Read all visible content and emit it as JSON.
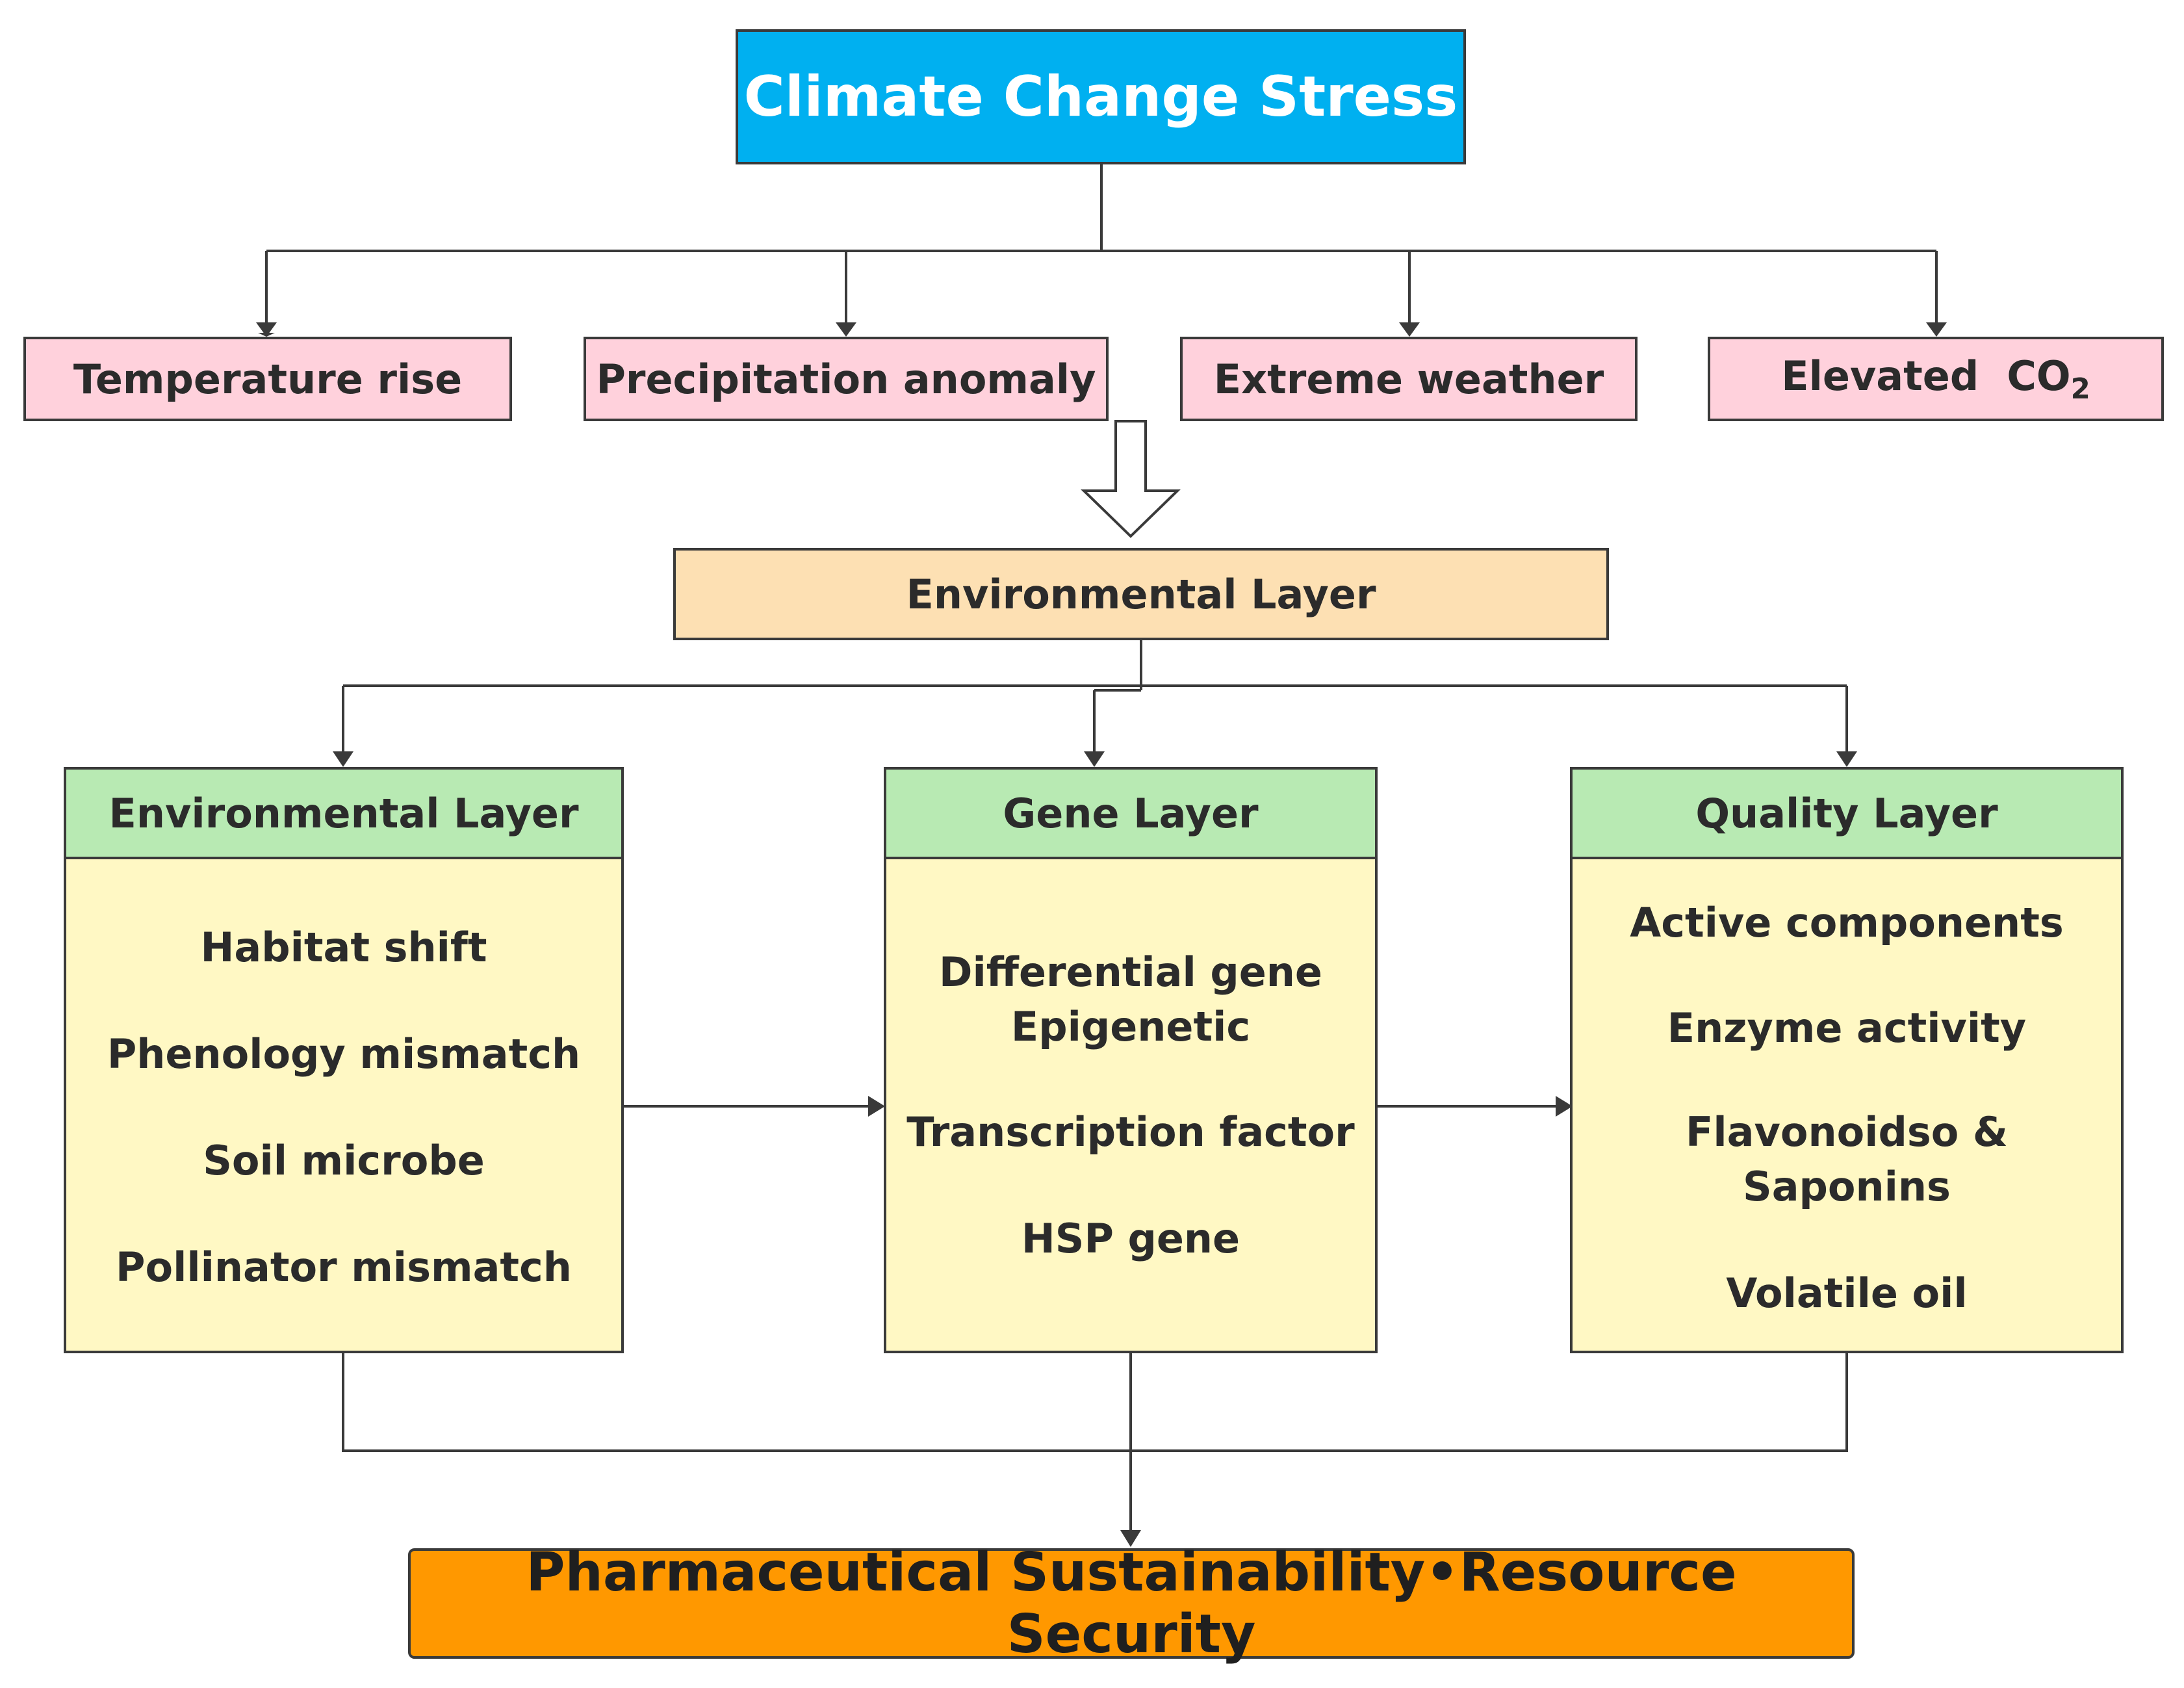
{
  "title": "Climate Change Stress",
  "drivers": [
    {
      "label": "Temperature rise"
    },
    {
      "label": "Precipitation anomaly"
    },
    {
      "label": "Extreme weather"
    },
    {
      "label": "Elevated  CO",
      "sub": "2"
    }
  ],
  "environment_header": "Environmental Layer",
  "layers": [
    {
      "title": "Environmental Layer",
      "items": [
        "Habitat shift",
        "Phenology mismatch",
        "Soil microbe",
        "Pollinator mismatch"
      ]
    },
    {
      "title": "Gene Layer",
      "items": [
        "Differential gene\nEpigenetic",
        "Transcription factor",
        "HSP gene"
      ]
    },
    {
      "title": "Quality Layer",
      "items": [
        "Active components",
        "Enzyme activity",
        "Flavonoidso &\nSaponins",
        "Volatile oil"
      ]
    }
  ],
  "outcome": "Pharmaceutical Sustainability•Resource Security",
  "colors": {
    "title_fill": "#00b0f0",
    "driver_fill": "#ffd1dc",
    "environment_fill": "#fde0b3",
    "layer_header_fill": "#b8eab3",
    "layer_body_fill": "#fff8c4",
    "outcome_fill": "#ff9800",
    "line": "#3a3a3a"
  }
}
